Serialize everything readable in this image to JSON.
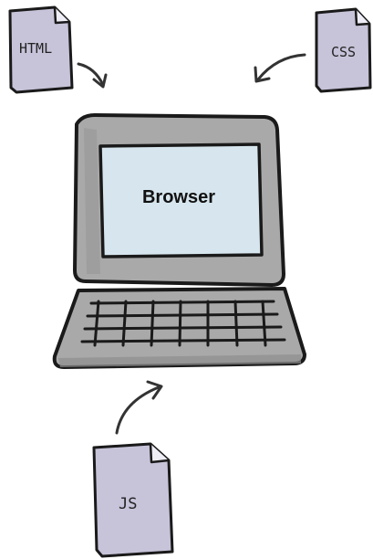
{
  "files": {
    "html": {
      "label": "HTML"
    },
    "css": {
      "label": "CSS"
    },
    "js": {
      "label": "JS"
    }
  },
  "browser": {
    "label": "Browser"
  },
  "colors": {
    "file_fill": "#c7c3d9",
    "file_shadow": "#a8a3bf",
    "outline": "#1a1a1a",
    "laptop_body": "#a9a9a9",
    "laptop_shadow": "#8f8f8f",
    "screen": "#d7e6ee",
    "arrow": "#333333"
  },
  "icons": [
    "document-icon",
    "laptop-icon",
    "arrow-icon"
  ]
}
